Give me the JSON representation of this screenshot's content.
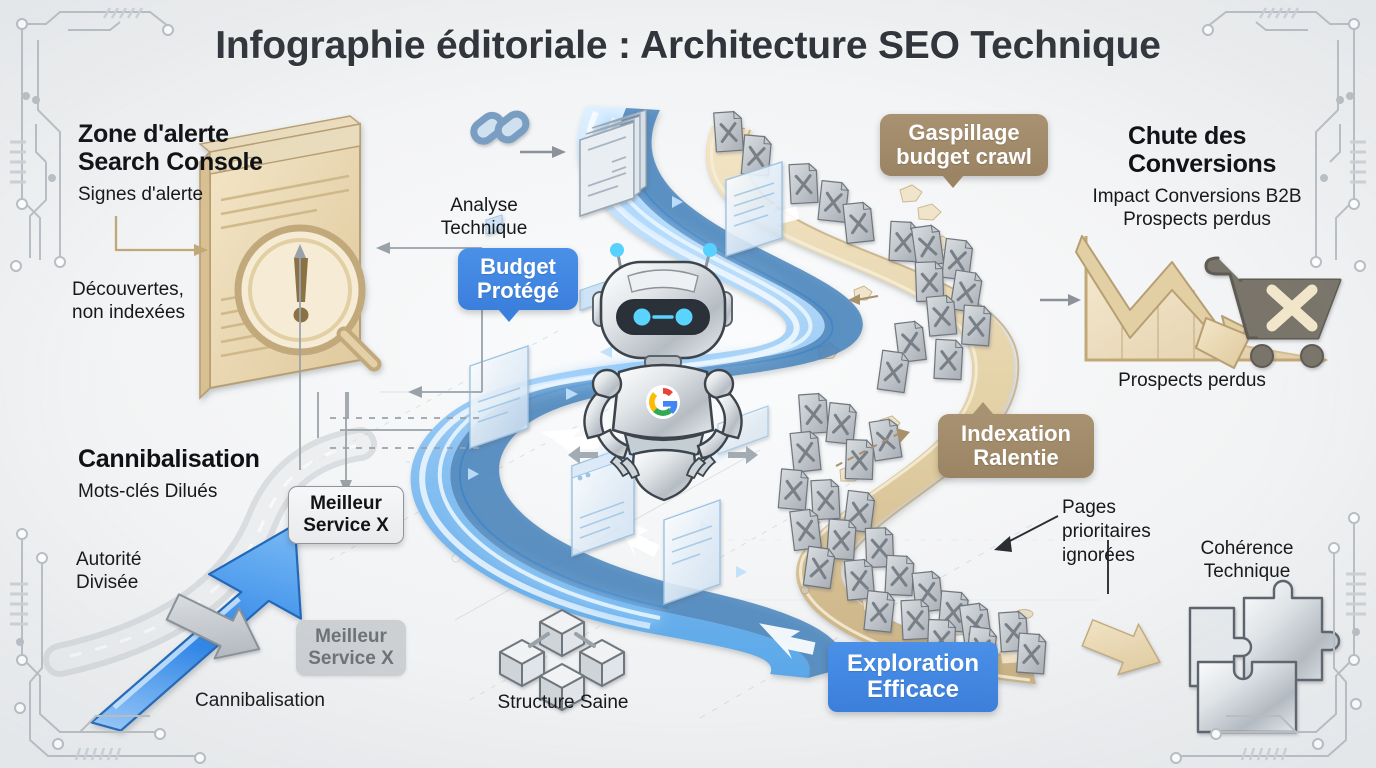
{
  "meta": {
    "title": "Infographie éditoriale : Architecture SEO Technique",
    "language": "fr",
    "background_color": "#eef0f1"
  },
  "colors": {
    "accent_blue": "#3b7fdc",
    "badge_blue": "#4a90e8",
    "badge_tan": "#9a8463",
    "tan_light": "#e8d9b5",
    "tan_mid": "#d6c197",
    "gray_doc": "#b9bec3",
    "text_dark": "#101114",
    "circuit_gray": "#b9bfc5"
  },
  "blocks": {
    "alert_zone": {
      "heading_line1": "Zone d'alerte",
      "heading_line2": "Search Console",
      "subtitle": "Signes d'alerte",
      "note_line1": "Découvertes,",
      "note_line2": "non indexées",
      "icon": "browser-window-warning-magnifier-icon"
    },
    "cannibalization": {
      "heading": "Cannibalisation",
      "subtitle": "Mots-clés Dilués",
      "note_line1": "Autorité",
      "note_line2": "Divisée",
      "caption": "Cannibalisation",
      "primary_box": "Meilleur\nService X",
      "primary_box_line1": "Meilleur",
      "primary_box_line2": "Service X",
      "duplicate_box_line1": "Meilleur",
      "duplicate_box_line2": "Service X"
    },
    "conversions_drop": {
      "heading_line1": "Chute des",
      "heading_line2": "Conversions",
      "subtitle_line1": "Impact Conversions B2B",
      "subtitle_line2": "Prospects perdus",
      "caption": "Prospects perdus",
      "icon": "declining-chart-icon",
      "cart_icon": "shopping-cart-x-icon"
    },
    "technical_analysis": {
      "caption_line1": "Analyse",
      "caption_line2": "Technique",
      "icon": "chain-link-icon",
      "target_icon": "stacked-page-icon"
    },
    "healthy_structure": {
      "caption": "Structure Saine",
      "icon": "linked-cubes-icon"
    },
    "technical_coherence": {
      "caption_line1": "Cohérence",
      "caption_line2": "Technique",
      "icon": "puzzle-pieces-icon"
    },
    "ignored_pages": {
      "line1": "Pages",
      "line2": "prioritaires",
      "line3": "ignorées"
    }
  },
  "badges": [
    {
      "id": "budget-protege",
      "line1": "Budget",
      "line2": "Protégé",
      "style": "blue",
      "tail": "down"
    },
    {
      "id": "gaspillage-budget-crawl",
      "line1": "Gaspillage",
      "line2": "budget crawl",
      "style": "tan",
      "tail": "down"
    },
    {
      "id": "indexation-ralentie",
      "line1": "Indexation",
      "line2": "Ralentie",
      "style": "tan",
      "tail": "up"
    },
    {
      "id": "exploration-efficace",
      "line1": "Exploration",
      "line2": "Efficace",
      "style": "blue",
      "tail": "none"
    }
  ],
  "robot": {
    "label": "google-crawler-robot",
    "chest_logo": "google-g-logo",
    "eye_color": "#45c8ff"
  },
  "scene": {
    "blue_path_label": "efficient-crawl-path",
    "tan_path_label": "wasted-crawl-budget-path",
    "blocked_doc_marker": "x"
  }
}
